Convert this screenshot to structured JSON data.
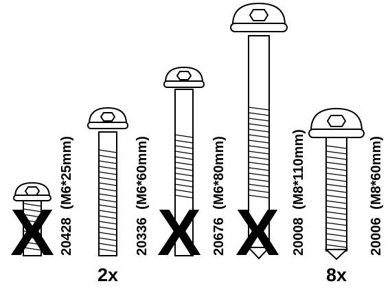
{
  "screws": [
    {
      "code": "20428",
      "size": "(M6*25mm)",
      "crossed_out": true,
      "quantity": ""
    },
    {
      "code": "20336",
      "size": "(M6*60mm)",
      "crossed_out": false,
      "quantity": "2x"
    },
    {
      "code": "20676",
      "size": "(M6*80mm)",
      "crossed_out": true,
      "quantity": ""
    },
    {
      "code": "20008",
      "size": "(M8*110mm)",
      "crossed_out": true,
      "quantity": ""
    },
    {
      "code": "20006",
      "size": "(M8*60mm)",
      "crossed_out": false,
      "quantity": "8x"
    }
  ],
  "cross_mark": "X",
  "icons": {
    "screw": "hex-socket-bolt-icon"
  }
}
